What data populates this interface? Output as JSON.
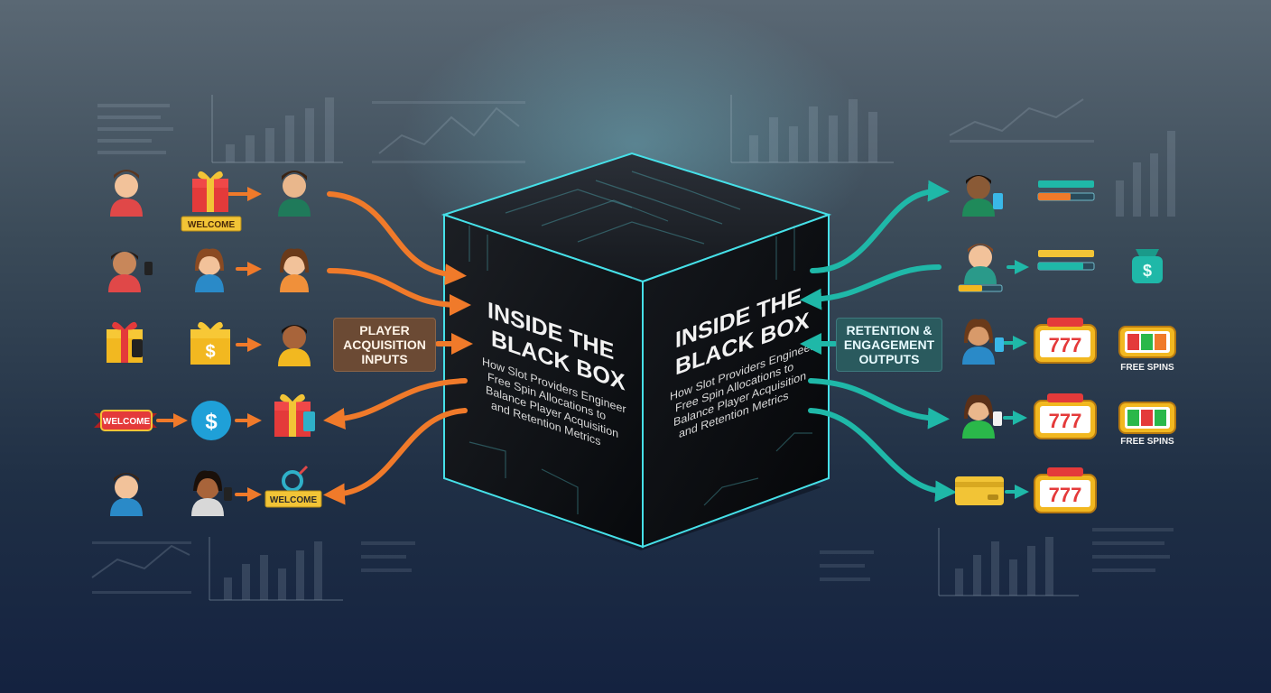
{
  "cube": {
    "left_face": {
      "title_line1": "INSIDE THE",
      "title_line2": "BLACK BOX",
      "subtitle_lines": [
        "How Slot Providers Engineer",
        "Free Spin Allocations to",
        "Balance Player Acquisition",
        "and Retention Metrics"
      ]
    },
    "right_face": {
      "title_line1": "INSIDE THE",
      "title_line2": "BLACK BOX",
      "subtitle_lines": [
        "How Slot Providers Engineer",
        "Free Spin Allocations to",
        "Balance Player Acquisition",
        "and Retention Metrics"
      ]
    }
  },
  "inputs_label": {
    "line1": "PLAYER",
    "line2": "ACQUISITION",
    "line3": "INPUTS"
  },
  "outputs_label": {
    "line1": "RETENTION &",
    "line2": "ENGAGEMENT",
    "line3": "OUTPUTS"
  },
  "badges": {
    "welcome": "WELCOME",
    "free_spins": "FREE SPINS",
    "sevens": "777",
    "dollar": "$"
  },
  "colors": {
    "input_arrow": "#f07a2a",
    "output_arrow": "#1fb8a8",
    "inputs_box": "#6b4a34",
    "outputs_box": "#2a5a5e",
    "cube_edge": "#46e0e8"
  }
}
